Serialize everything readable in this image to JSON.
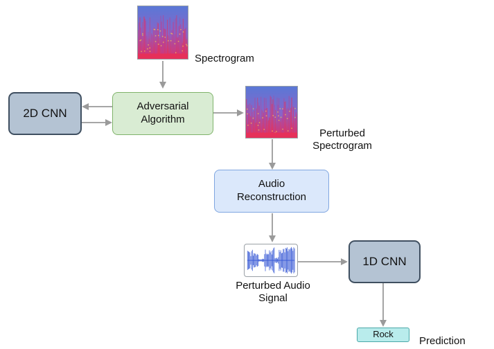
{
  "nodes": {
    "cnn2d": "2D CNN",
    "adversarial": "Adversarial Algorithm",
    "reconstruction": "Audio Reconstruction",
    "cnn1d": "1D CNN",
    "rock": "Rock"
  },
  "labels": {
    "spectrogram": "Spectrogram",
    "perturbed_spectrogram": "Perturbed Spectrogram",
    "perturbed_audio": "Perturbed Audio Signal",
    "prediction": "Prediction"
  },
  "colors": {
    "arrow": "#9a9a9a",
    "spectrogram_low": "#5a78d6",
    "spectrogram_high": "#e6305a"
  },
  "images": {
    "spectrogram": "spectrogram-image",
    "perturbed_spectrogram": "spectrogram-image",
    "waveform": "audio-waveform-image"
  }
}
